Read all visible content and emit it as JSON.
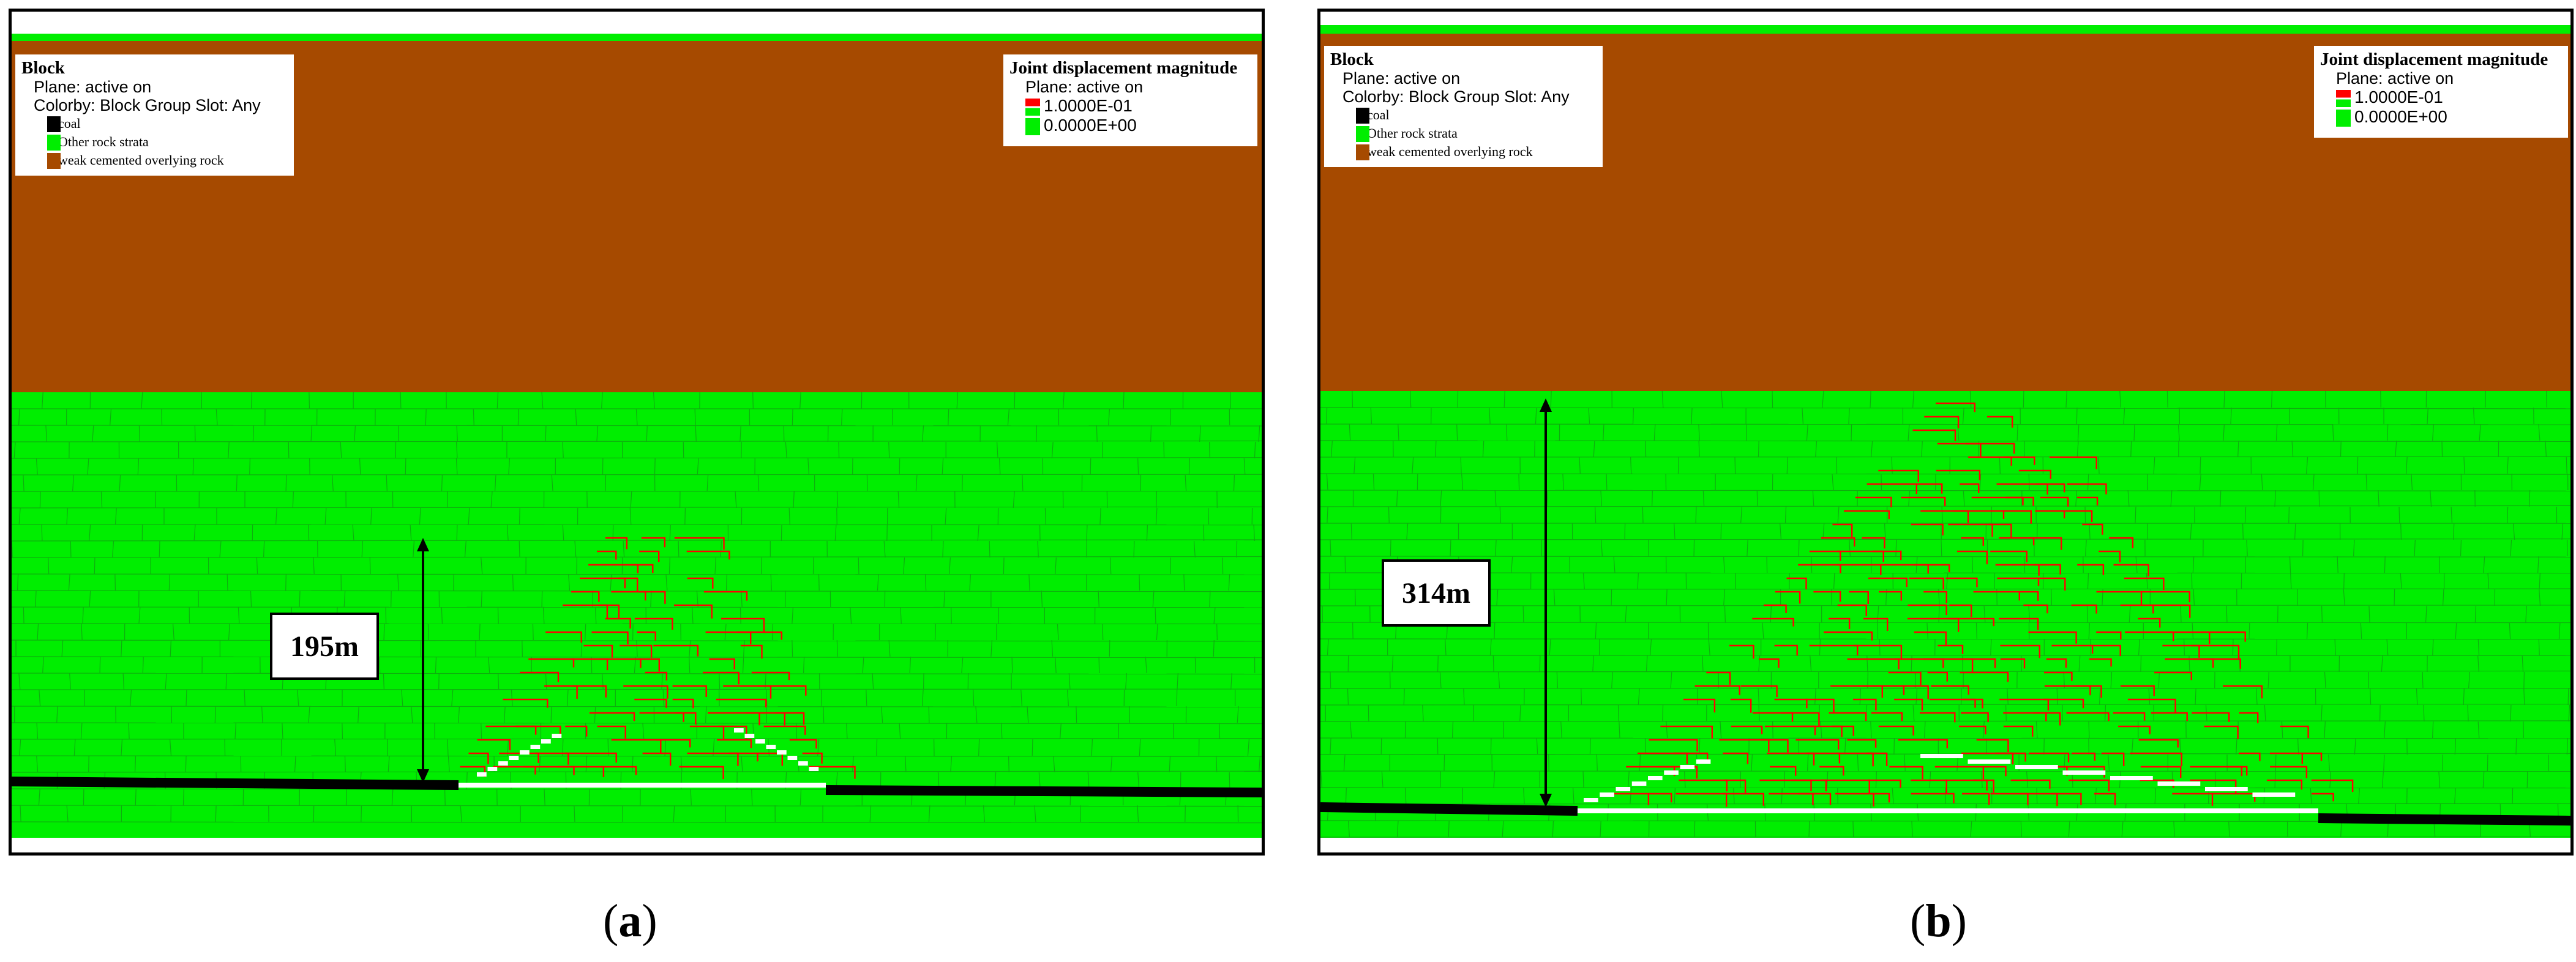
{
  "colors": {
    "coal": "#000000",
    "other_rock_strata": "#00ee00",
    "weak_overlying": "#a64a00",
    "joint_high": "#ff0000",
    "joint_low": "#00ee00"
  },
  "block_legend": {
    "title": "Block",
    "line1": "Plane: active on",
    "line2": "Colorby: Block Group Slot: Any",
    "items": [
      {
        "label": "coal",
        "color": "#000000"
      },
      {
        "label": "Other rock strata",
        "color": "#00ee00"
      },
      {
        "label": "weak cemented overlying rock",
        "color": "#a64a00"
      }
    ]
  },
  "joint_legend": {
    "title": "Joint displacement magnitude",
    "line1": "Plane: active on",
    "values": [
      {
        "label": "1.0000E-01",
        "color": "#ff0000"
      },
      {
        "label": "0.0000E+00",
        "color": "#00ee00"
      }
    ]
  },
  "panels": [
    {
      "caption_letter": "a",
      "height_label": "195m"
    },
    {
      "caption_letter": "b",
      "height_label": "314m"
    }
  ]
}
